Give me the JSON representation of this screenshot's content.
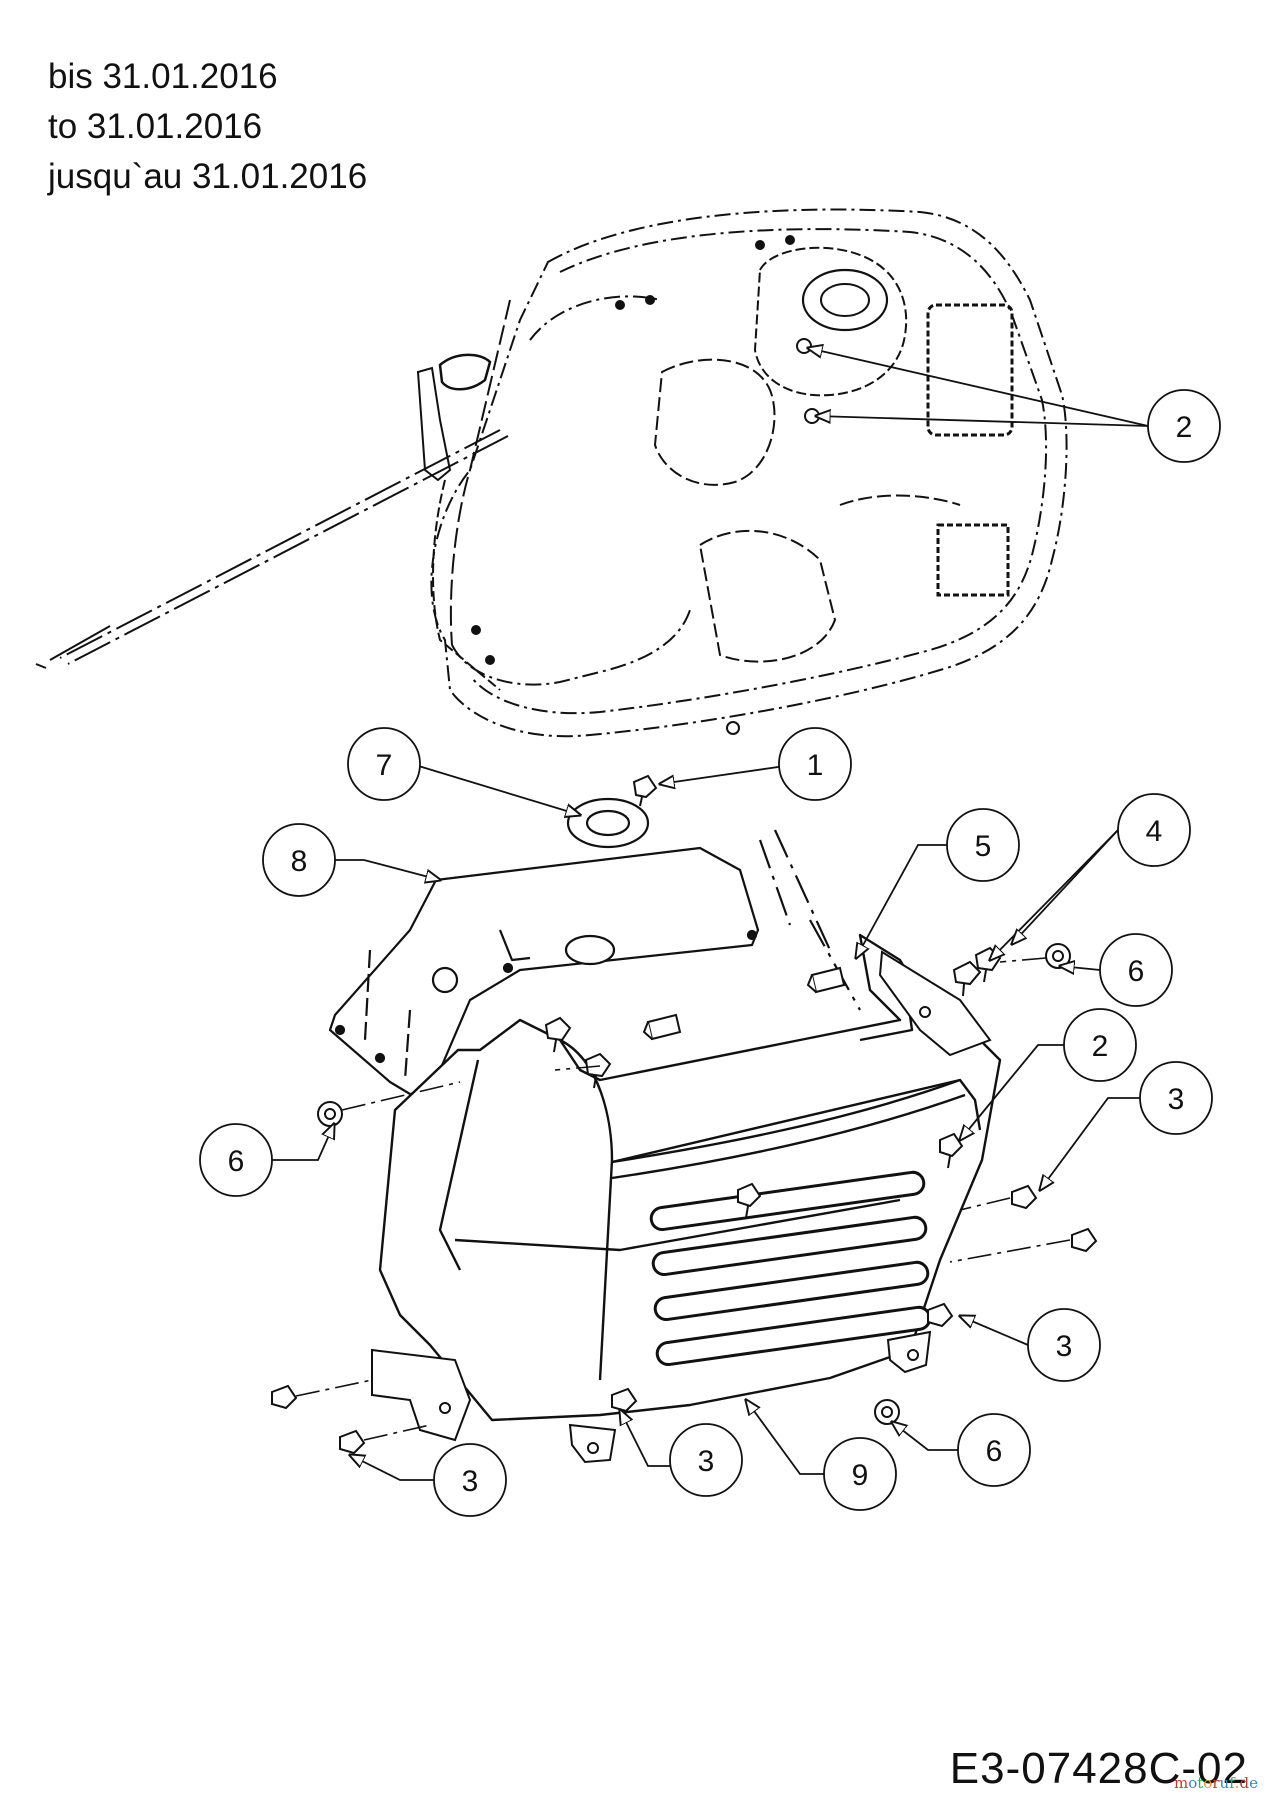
{
  "header": {
    "lines": [
      "bis 31.01.2016",
      "to 31.01.2016",
      "jusqu`au 31.01.2016"
    ]
  },
  "callouts": [
    {
      "id": "c1",
      "label": "1"
    },
    {
      "id": "c2a",
      "label": "2"
    },
    {
      "id": "c2b",
      "label": "2"
    },
    {
      "id": "c3a",
      "label": "3"
    },
    {
      "id": "c3b",
      "label": "3"
    },
    {
      "id": "c3c",
      "label": "3"
    },
    {
      "id": "c3d",
      "label": "3"
    },
    {
      "id": "c4",
      "label": "4"
    },
    {
      "id": "c5",
      "label": "5"
    },
    {
      "id": "c6a",
      "label": "6"
    },
    {
      "id": "c6b",
      "label": "6"
    },
    {
      "id": "c6c",
      "label": "6"
    },
    {
      "id": "c7",
      "label": "7"
    },
    {
      "id": "c8",
      "label": "8"
    },
    {
      "id": "c9",
      "label": "9"
    }
  ],
  "footer": {
    "drawing_code": "E3-07428C-02",
    "watermark": "motoruf.de"
  },
  "colors": {
    "line": "#111111",
    "background": "#ffffff",
    "watermark": [
      "#c0392b",
      "#2e86c1",
      "#27ae60",
      "#f39c12"
    ]
  }
}
